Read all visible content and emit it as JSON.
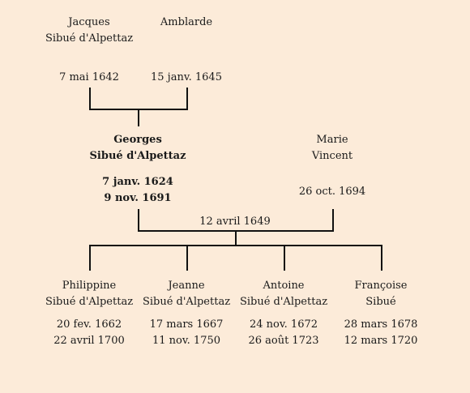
{
  "grandparents": {
    "father": {
      "name1": "Jacques",
      "name2": "Sibué d'Alpettaz",
      "date1": "7 mai 1642"
    },
    "mother": {
      "name1": "Amblarde",
      "name2": "",
      "date1": "15 janv. 1645"
    }
  },
  "main": {
    "name1": "Georges",
    "name2": "Sibué d'Alpettaz",
    "date1": "7 janv. 1624",
    "date2": "9 nov. 1691"
  },
  "spouse": {
    "name1": "Marie",
    "name2": "Vincent",
    "date1": "26 oct. 1694"
  },
  "marriage": {
    "date": "12 avril 1649"
  },
  "children": [
    {
      "name1": "Philippine",
      "name2": "Sibué d'Alpettaz",
      "date1": "20 fev. 1662",
      "date2": "22 avril 1700"
    },
    {
      "name1": "Jeanne",
      "name2": "Sibué d'Alpettaz",
      "date1": "17 mars 1667",
      "date2": "11 nov. 1750"
    },
    {
      "name1": "Antoine",
      "name2": "Sibué d'Alpettaz",
      "date1": "24 nov. 1672",
      "date2": "26 août 1723"
    },
    {
      "name1": "Françoise",
      "name2": "Sibué",
      "date1": "28 mars 1678",
      "date2": "12 mars 1720"
    }
  ]
}
